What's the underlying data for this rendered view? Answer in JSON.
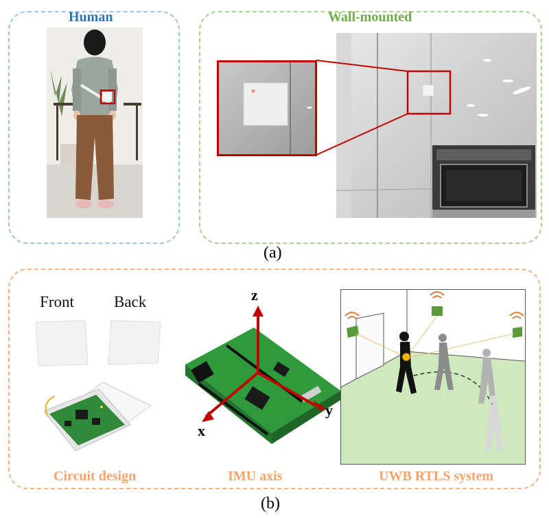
{
  "panel_a": {
    "human": {
      "title": "Human",
      "title_color": "#2e75b6"
    },
    "wall": {
      "title": "Wall-mounted",
      "title_color": "#70ad47"
    },
    "caption": "(a)"
  },
  "panel_b": {
    "circuit": {
      "title": "Circuit design",
      "front_label": "Front",
      "back_label": "Back"
    },
    "imu": {
      "title": "IMU axis",
      "axis_x": "x",
      "axis_y": "y",
      "axis_z": "z"
    },
    "uwb": {
      "title": "UWB RTLS system"
    },
    "title_color": "#f4a46a",
    "caption": "(b)"
  },
  "colors": {
    "highlight_red": "#c00000",
    "anchor_green": "#5a9a3a",
    "floor_green": "#cfe8bd",
    "axis_red": "#c00000"
  }
}
